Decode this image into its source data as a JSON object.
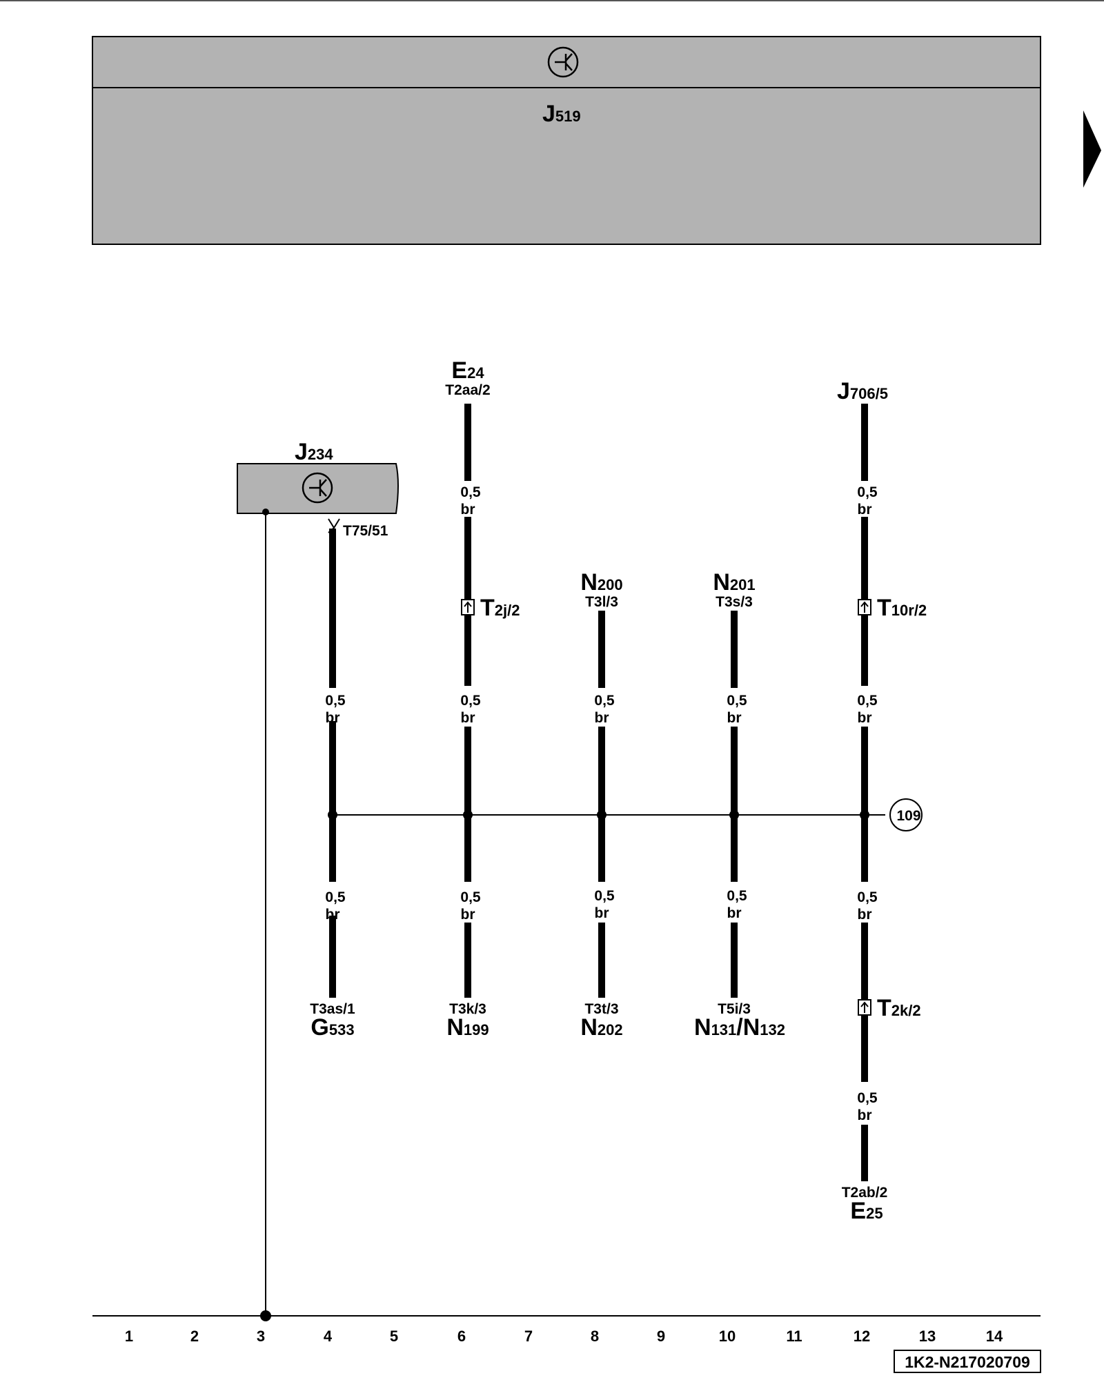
{
  "header": {
    "module_label": "J",
    "module_sub": "519",
    "module_icon": "transistor-icon"
  },
  "next_page_arrow_icon": "triangle-right-icon",
  "j234": {
    "label": "J",
    "sub": "234",
    "icon": "transistor-icon",
    "terminal": "T75/51"
  },
  "wires": [
    {
      "id": "w4",
      "top_label": "",
      "top_sub": "",
      "top_terminal": "",
      "bottom_terminal": "T3as/1",
      "bottom_label": "G",
      "bottom_sub": "533",
      "connector_label": "",
      "connector_sub": "",
      "sizes": [
        [
          "0,5",
          "br"
        ],
        [
          "0,5",
          "br"
        ]
      ]
    },
    {
      "id": "w6",
      "top_label": "E",
      "top_sub": "24",
      "top_terminal": "T2aa/2",
      "bottom_terminal": "T3k/3",
      "bottom_label": "N",
      "bottom_sub": "199",
      "connector_label": "T",
      "connector_sub": "2j/2",
      "sizes": [
        [
          "0,5",
          "br"
        ],
        [
          "0,5",
          "br"
        ],
        [
          "0,5",
          "br"
        ]
      ]
    },
    {
      "id": "w8",
      "top_label": "N",
      "top_sub": "200",
      "top_terminal": "T3l/3",
      "bottom_terminal": "T3t/3",
      "bottom_label": "N",
      "bottom_sub": "202",
      "connector_label": "",
      "connector_sub": "",
      "sizes": [
        [
          "0,5",
          "br"
        ],
        [
          "0,5",
          "br"
        ]
      ]
    },
    {
      "id": "w10",
      "top_label": "N",
      "top_sub": "201",
      "top_terminal": "T3s/3",
      "bottom_terminal": "T5i/3",
      "bottom_label": "N",
      "bottom_sub": "131",
      "bottom_label2": "/N",
      "bottom_sub2": "132",
      "connector_label": "",
      "connector_sub": "",
      "sizes": [
        [
          "0,5",
          "br"
        ],
        [
          "0,5",
          "br"
        ]
      ]
    },
    {
      "id": "w12",
      "top_label": "J",
      "top_sub": "706/5",
      "top_terminal": "",
      "bottom_terminal": "T2ab/2",
      "bottom_label": "E",
      "bottom_sub": "25",
      "connector_label": "T",
      "connector_sub": "10r/2",
      "connector2_label": "T",
      "connector2_sub": "2k/2",
      "sizes": [
        [
          "0,5",
          "br"
        ],
        [
          "0,5",
          "br"
        ],
        [
          "0,5",
          "br"
        ],
        [
          "0,5",
          "br"
        ]
      ]
    }
  ],
  "ref_circle": "109",
  "grid_numbers": [
    "1",
    "2",
    "3",
    "4",
    "5",
    "6",
    "7",
    "8",
    "9",
    "10",
    "11",
    "12",
    "13",
    "14"
  ],
  "diagram_code": "1K2-N217020709"
}
